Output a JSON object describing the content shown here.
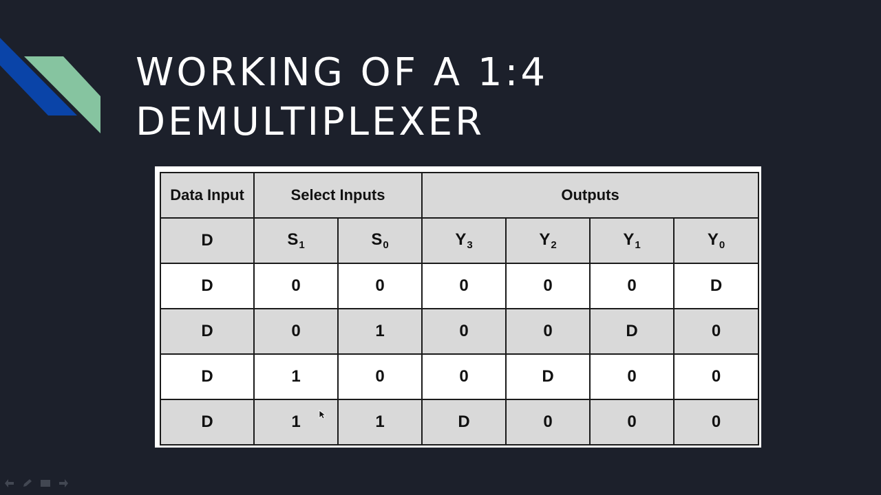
{
  "slide": {
    "title_line1": "WORKING OF A 1:4",
    "title_line2": "DEMULTIPLEXER"
  },
  "table": {
    "group_headers": {
      "data_input": "Data Input",
      "select_inputs": "Select Inputs",
      "outputs": "Outputs"
    },
    "columns": [
      {
        "base": "D",
        "sub": ""
      },
      {
        "base": "S",
        "sub": "1"
      },
      {
        "base": "S",
        "sub": "0"
      },
      {
        "base": "Y",
        "sub": "3"
      },
      {
        "base": "Y",
        "sub": "2"
      },
      {
        "base": "Y",
        "sub": "1"
      },
      {
        "base": "Y",
        "sub": "0"
      }
    ],
    "rows": [
      [
        "D",
        "0",
        "0",
        "0",
        "0",
        "0",
        "D"
      ],
      [
        "D",
        "0",
        "1",
        "0",
        "0",
        "D",
        "0"
      ],
      [
        "D",
        "1",
        "0",
        "0",
        "D",
        "0",
        "0"
      ],
      [
        "D",
        "1",
        "1",
        "D",
        "0",
        "0",
        "0"
      ]
    ]
  },
  "colors": {
    "background": "#1c202b",
    "accent_blue": "#0a44a8",
    "accent_green": "#86c4a0",
    "header_fill": "#d9d9d9"
  },
  "icons": [
    "prev-arrow-icon",
    "pen-icon",
    "slides-icon",
    "next-arrow-icon"
  ]
}
